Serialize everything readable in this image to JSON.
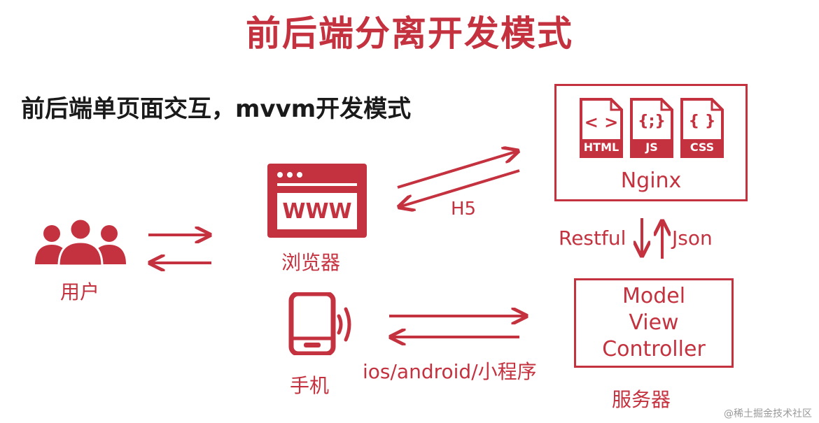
{
  "title": "前后端分离开发模式",
  "subtitle": "前后端单页面交互，mvvm开发模式",
  "nodes": {
    "users": {
      "label": "用户"
    },
    "browser": {
      "label": "浏览器",
      "screen_text": "WWW"
    },
    "phone": {
      "label": "手机"
    },
    "nginx": {
      "label": "Nginx",
      "files": [
        "HTML",
        "JS",
        "CSS"
      ],
      "file_glyphs": [
        "< >",
        "{;}",
        "{ }"
      ]
    },
    "server": {
      "label": "服务器",
      "lines": [
        "Model",
        "View",
        "Controller"
      ]
    }
  },
  "edges": {
    "browser_nginx": "H5",
    "phone_server": "ios/android/小程序",
    "nginx_to_server": "Restful",
    "server_to_nginx": "Json"
  },
  "watermark": "@稀土掘金技术社区"
}
